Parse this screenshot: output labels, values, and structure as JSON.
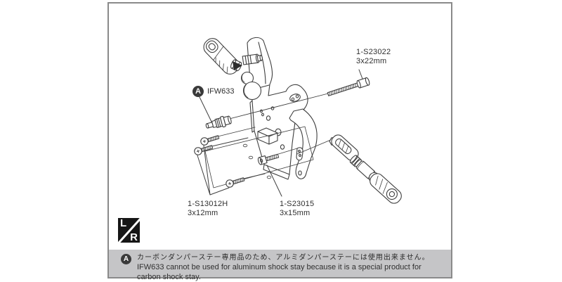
{
  "frame": {
    "border_color": "#8a8a8a"
  },
  "illustration": {
    "description": "Exploded assembly diagram of carbon shock stay with turnbuckle rod ends and screws",
    "part_labels": {
      "s23022": {
        "part_number": "1-S23022",
        "size": "3x22mm"
      },
      "ifw633": {
        "badge": "A",
        "part_number": "IFW633"
      },
      "s13012h": {
        "part_number": "1-S13012H",
        "size": "3x12mm"
      },
      "s23015": {
        "part_number": "1-S23015",
        "size": "3x15mm"
      }
    },
    "lr_marker": {
      "left_label": "L",
      "right_label": "R"
    }
  },
  "note": {
    "badge": "A",
    "text_jp": "カーボンダンパーステー専用品のため、アルミダンパーステーには使用出来ません。",
    "text_en": "IFW633 cannot be used for aluminum shock stay because it is a special product for carbon shock stay.",
    "background": "#c5c5c7"
  },
  "colors": {
    "line_art": "#3f3f3f",
    "label_text": "#2f2f2f",
    "badge_background": "#3a3a3a",
    "lr_background": "#161616"
  }
}
